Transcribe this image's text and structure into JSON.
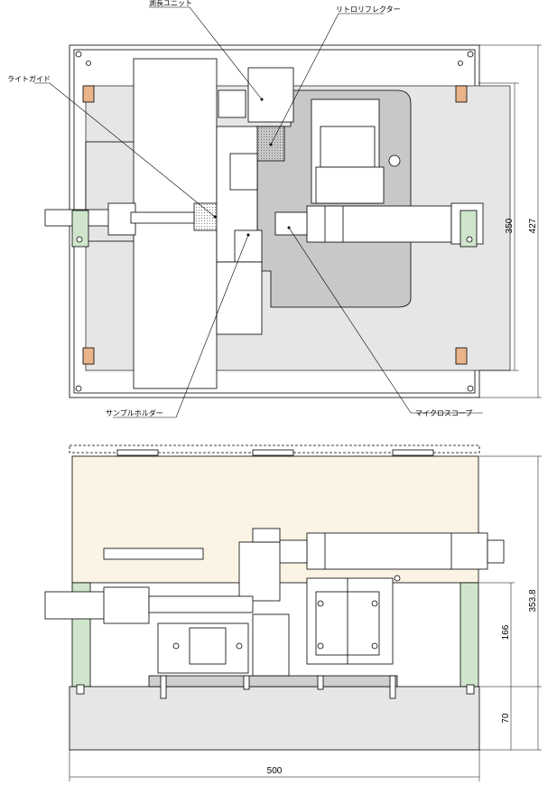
{
  "callouts": {
    "measuring_unit": "測長ユニット",
    "retroreflector": "リトロリフレクター",
    "light_guide": "ライトガイド",
    "sample_holder": "サンプルホルダー",
    "microscope": "マイクロスコープ"
  },
  "dimensions": {
    "top_width_inner": "350",
    "top_height_total": "427",
    "side_height_upper": "166",
    "side_height_total": "353.8",
    "side_height_base": "70",
    "side_width": "500"
  },
  "colors": {
    "line": "#000000",
    "gray_panel": "#e6e6e6",
    "dark_panel": "#c8c8c8",
    "cream_cover": "#fbf3e4",
    "green_post": "#cfe6cc",
    "orange_mount": "#e9b48a",
    "hatch": "#909090"
  }
}
